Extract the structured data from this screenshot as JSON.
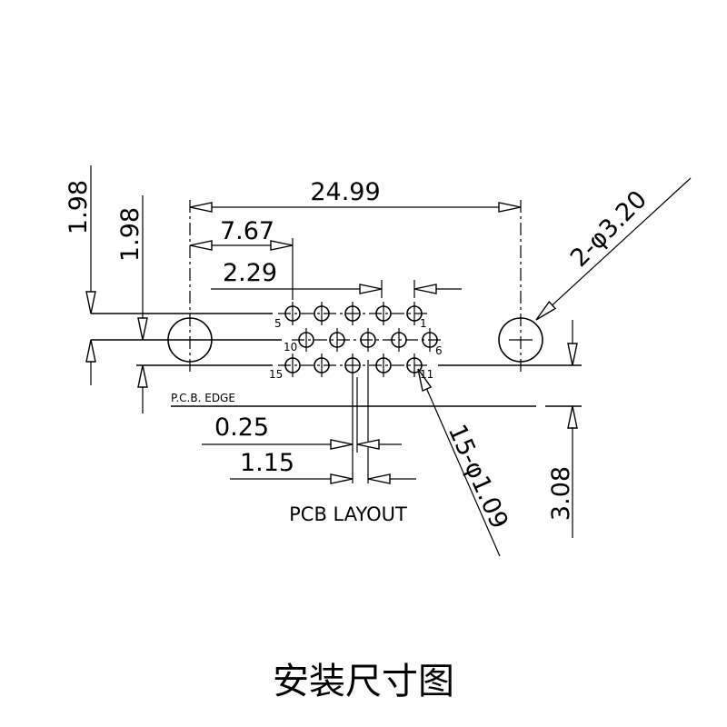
{
  "dimensions": {
    "overall_width": "24.99",
    "hole_offset": "7.67",
    "pin_pitch": "2.29",
    "row_spacing_left": "1.98",
    "row_spacing_inner": "1.98",
    "edge_distance": "3.08",
    "mount_hole": "2-φ3.20",
    "pin_hole": "15-φ1.09",
    "row_offset": "0.25",
    "row_stagger": "1.15"
  },
  "labels": {
    "pcb_edge": "P.C.B. EDGE",
    "layout": "PCB LAYOUT",
    "title": "安装尺寸图"
  },
  "pins": {
    "top_left": "5",
    "top_right": "1",
    "mid_left": "10",
    "mid_right": "6",
    "bottom_left": "15",
    "bottom_right": "11"
  }
}
